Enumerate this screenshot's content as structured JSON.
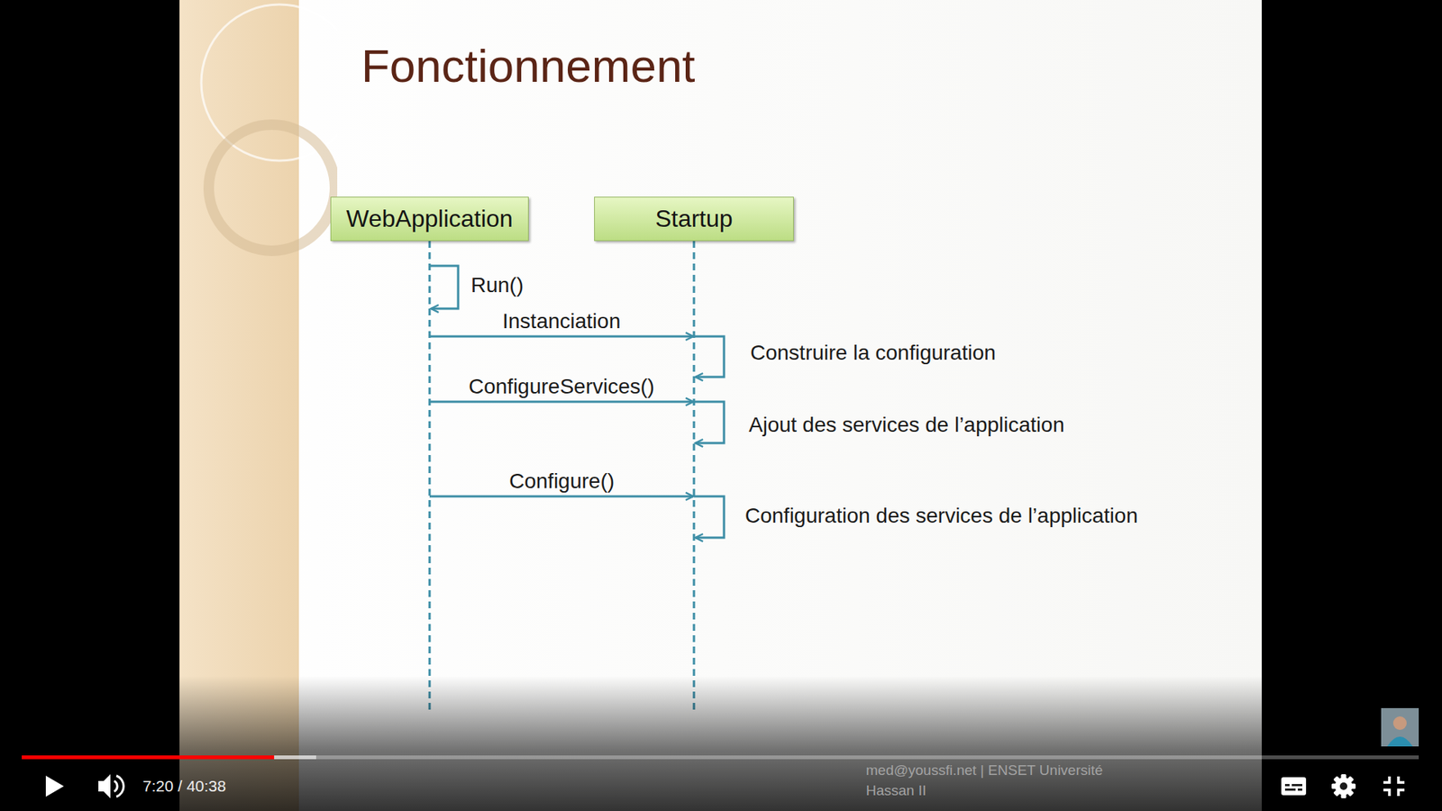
{
  "diagram": {
    "title": "Fonctionnement",
    "nodes": [
      {
        "text": [
          "WebApplication"
        ]
      },
      {
        "text": [
          "Startup"
        ]
      }
    ],
    "edges": [
      {
        "from": 0,
        "to": 0,
        "arrow": "to",
        "label": "Run()"
      },
      {
        "from": 0,
        "to": 1,
        "arrow": "to",
        "label": "Instanciation"
      },
      {
        "from": 1,
        "to": 1,
        "arrow": "to",
        "label": "Construire la configuration"
      },
      {
        "from": 0,
        "to": 1,
        "arrow": "to",
        "label": "ConfigureServices()"
      },
      {
        "from": 1,
        "to": 1,
        "arrow": "to",
        "label": "Ajout des services de l’application"
      },
      {
        "from": 0,
        "to": 1,
        "arrow": "to",
        "label": "Configure()"
      },
      {
        "from": 1,
        "to": 1,
        "arrow": "to",
        "label": "Configuration des services de l’application"
      }
    ],
    "labels": [
      "med@youssfi.net | ENSET Université Hassan II",
      "7:20 / 40:38"
    ]
  }
}
